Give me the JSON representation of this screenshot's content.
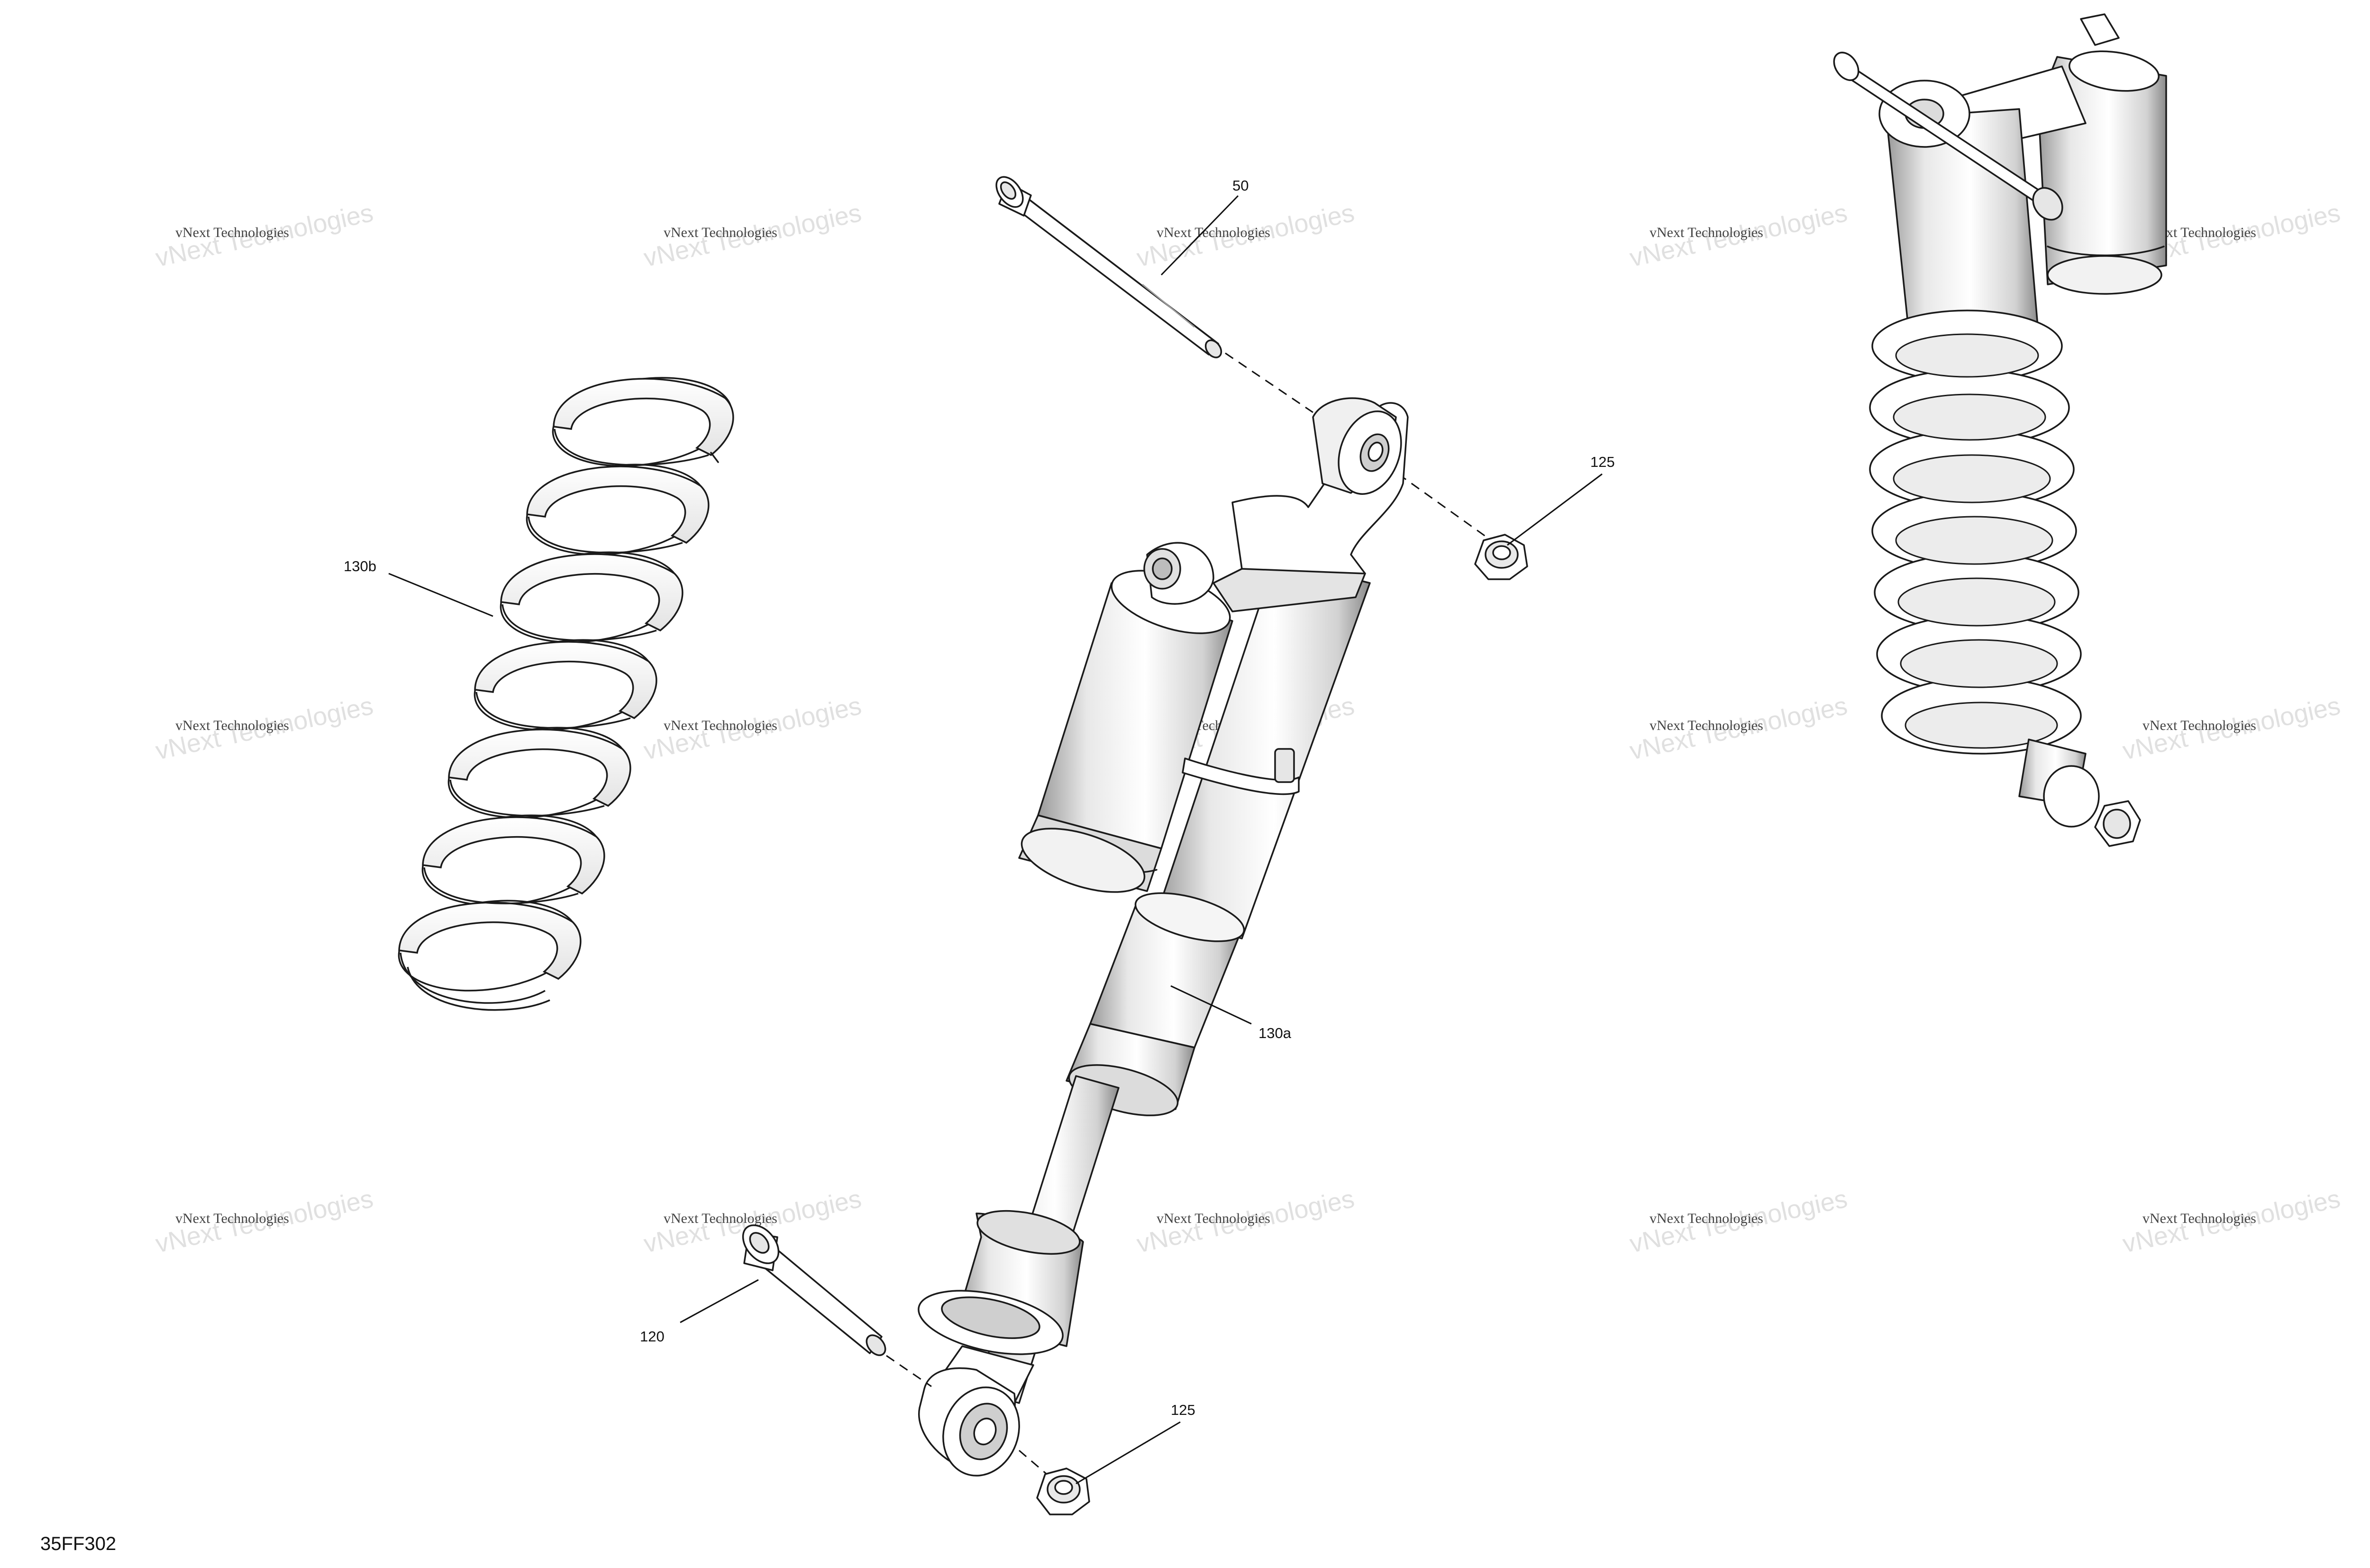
{
  "figure_code": "35FF302",
  "callouts": {
    "c50": "50",
    "c125_top": "125",
    "c130b": "130b",
    "c130a": "130a",
    "c120": "120",
    "c125_bottom": "125"
  },
  "watermark": {
    "line1": "vNext Technologies",
    "line2": "vNext Technologies"
  },
  "colors": {
    "line": "#1a1a1a",
    "part_fill": "#ffffff",
    "shade_light": "#e6e6e6",
    "shade_mid": "#c9c9c9",
    "shade_dark": "#8c8c8c"
  }
}
